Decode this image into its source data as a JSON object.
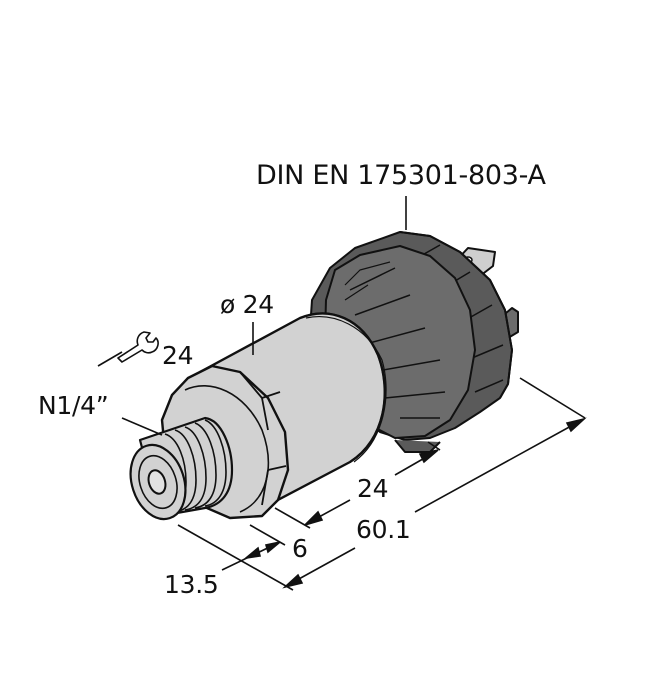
{
  "diagram": {
    "title": "Pressure sensor dimensional drawing",
    "colors": {
      "line": "#111111",
      "body_metal": "#d2d2d2",
      "body_metal_light": "#e2e2e2",
      "connector_dark": "#5a5a5a",
      "connector_mid": "#6c6c6c",
      "pin_light": "#cfcfcf",
      "background": "#ffffff"
    },
    "labels": {
      "connector_standard": "DIN EN 175301-803-A",
      "body_diameter": "ø 24",
      "wrench_size": "24",
      "thread": "N1/4”",
      "dim_connector_length": "24",
      "dim_overall_length": "60.1",
      "dim_hex_height": "6",
      "dim_thread_length": "13.5"
    },
    "icons": {
      "wrench": "wrench-icon"
    }
  }
}
